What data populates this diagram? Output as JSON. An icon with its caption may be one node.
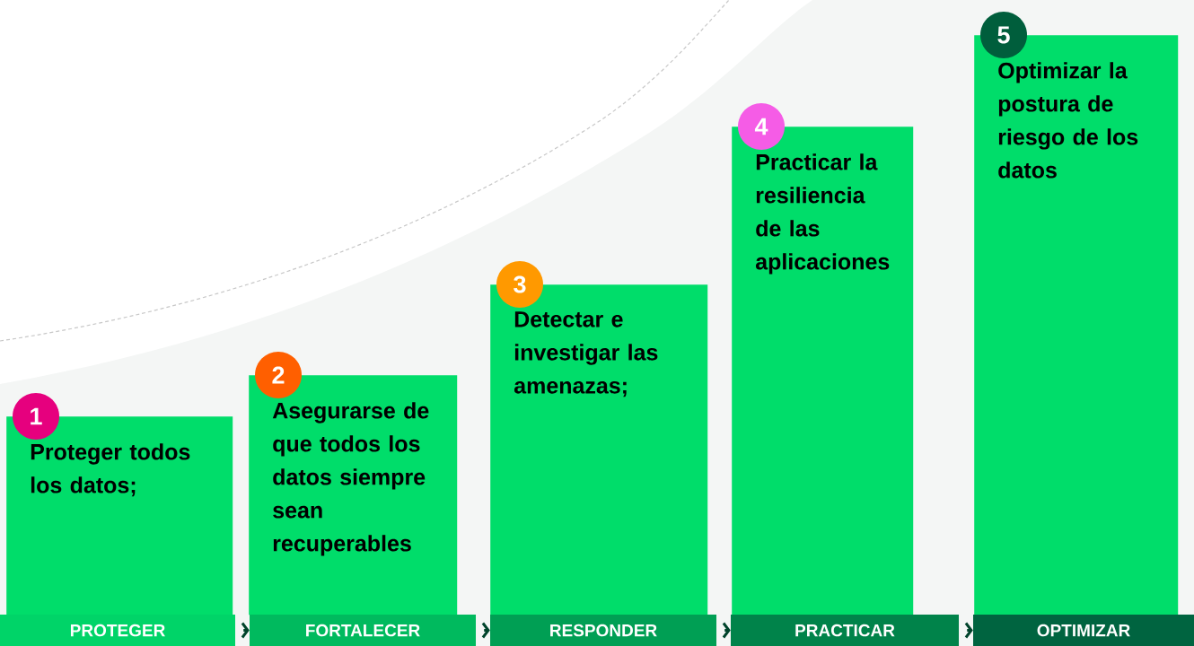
{
  "diagram": {
    "nodes": [
      {
        "text": [
          "1"
        ]
      },
      {
        "text": [
          "Proteger todos los datos;"
        ]
      },
      {
        "text": [
          "2"
        ]
      },
      {
        "text": [
          "Asegurarse de que todos los datos siempre sean recuperables"
        ]
      },
      {
        "text": [
          "3"
        ]
      },
      {
        "text": [
          "Detectar e investigar las amenazas;"
        ]
      },
      {
        "text": [
          "4"
        ]
      },
      {
        "text": [
          "Practicar la resiliencia de las aplicaciones"
        ]
      },
      {
        "text": [
          "5"
        ]
      },
      {
        "text": [
          "Optimizar la postura de riesgo de los datos"
        ]
      },
      {
        "text": [
          "PROTEGER"
        ]
      },
      {
        "text": [
          "FORTALECER"
        ]
      },
      {
        "text": [
          "RESPONDER"
        ]
      },
      {
        "text": [
          "PRACTICAR"
        ]
      },
      {
        "text": [
          "OPTIMIZAR"
        ]
      }
    ],
    "edges": [
      {
        "from": 10,
        "to": 11,
        "arrow": "to"
      },
      {
        "from": 11,
        "to": 12,
        "arrow": "to"
      },
      {
        "from": 12,
        "to": 13,
        "arrow": "to"
      },
      {
        "from": 13,
        "to": 14,
        "arrow": "to"
      }
    ]
  }
}
